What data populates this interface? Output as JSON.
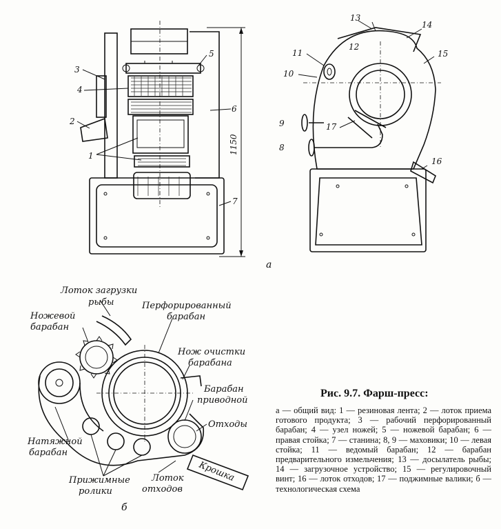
{
  "figure": {
    "callouts_a": [
      "1",
      "2",
      "3",
      "4",
      "5",
      "6",
      "7",
      "1150"
    ],
    "callouts_side": [
      "8",
      "9",
      "10",
      "11",
      "12",
      "13",
      "14",
      "15",
      "16",
      "17"
    ],
    "sublabel_a": "а",
    "sublabel_b": "б",
    "scheme_labels": {
      "feed_tray": "Лоток загрузки\nрыбы",
      "perforated_drum": "Перфорированный\nбарабан",
      "knife_drum": "Ножевой\nбарабан",
      "drum_knife": "Нож очистки\nбарабана",
      "drive_drum": "Барабан\nприводной",
      "waste": "Отходы",
      "tension_drum": "Натяжной\nбарабан",
      "press_rollers": "Прижимные\nролики",
      "waste_tray": "Лоток\nотходов",
      "crumb": "Крошка"
    }
  },
  "caption": {
    "title": "Рис. 9.7. Фарш-пресс:",
    "body": "а — общий вид: 1 — резиновая лента; 2 — лоток приема готового продукта; 3 — рабочий перфорированный барабан; 4 — узел ножей; 5 — ножевой барабан; 6 — правая стойка; 7 — станина; 8, 9 — маховики; 10 — левая стойка; 11 — ведомый барабан; 12 — барабан предварительного измельчения; 13 — досылатель рыбы; 14 — загрузочное устройство; 15 — регулировочный винт; 16 — лоток отходов; 17 — поджимные валики; б — технологическая схема"
  }
}
